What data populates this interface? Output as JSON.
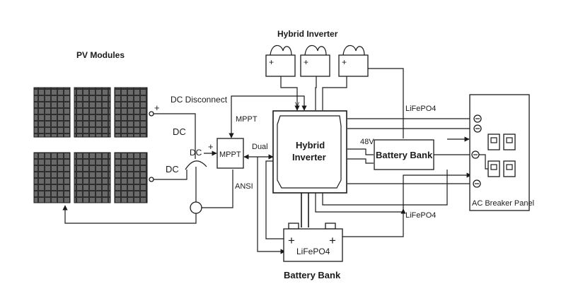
{
  "labels": {
    "pv_modules": "PV Modules",
    "hybrid_inverter_top": "Hybrid Inverter",
    "dc_disconnect": "DC Disconnect",
    "dc_1": "DC",
    "dc_2": "DC",
    "dc_3": "DC",
    "plus_1": "+",
    "plus_2": "+",
    "mppt_upper": "MPPT",
    "mppt_box": "MPPT",
    "dual": "Dual",
    "ansi": "ANSI",
    "inverter_line1": "Hybrid",
    "inverter_line2": "Inverter",
    "lifepo4_upper": "LiFePO4",
    "lifepo4_lower": "LiFePO4",
    "lifepo4_battery": "LiFePO4",
    "v48": "48V",
    "battery_bank_right": "Battery Bank",
    "battery_bank_bottom": "Battery Bank",
    "ac_breaker_panel": "AC Breaker Panel",
    "battery_plus_left": "+",
    "battery_plus_right": "+",
    "top_battery_plus": "+"
  }
}
